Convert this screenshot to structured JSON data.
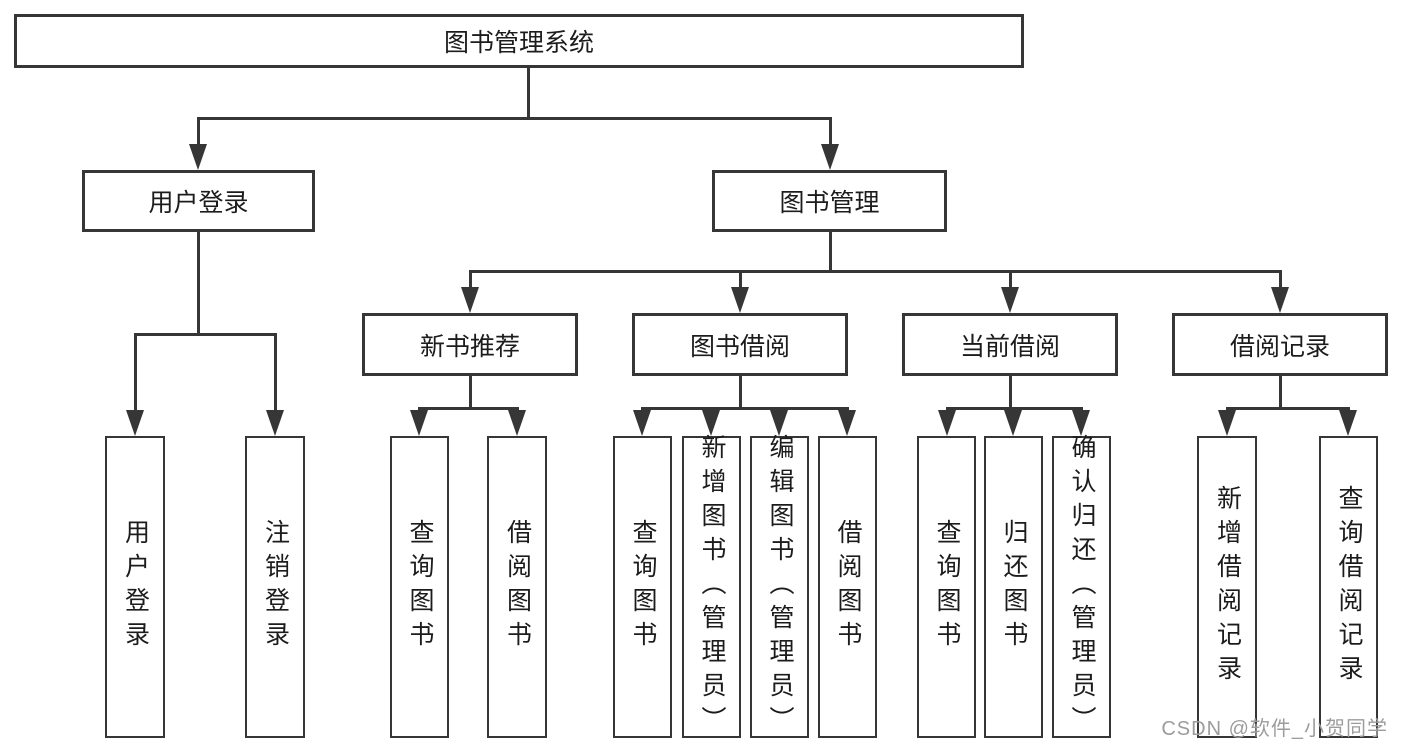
{
  "diagram": {
    "root": {
      "label": "图书管理系统"
    },
    "level2": [
      {
        "label": "用户登录"
      },
      {
        "label": "图书管理"
      }
    ],
    "level3": [
      {
        "label": "新书推荐"
      },
      {
        "label": "图书借阅"
      },
      {
        "label": "当前借阅"
      },
      {
        "label": "借阅记录"
      }
    ],
    "leaves": {
      "login": [
        "用户登录",
        "注销登录"
      ],
      "recommend": [
        "查询图书",
        "借阅图书"
      ],
      "borrow": [
        "查询图书",
        "新增图书（管理员）",
        "编辑图书（管理员）",
        "借阅图书"
      ],
      "current": [
        "查询图书",
        "归还图书",
        "确认归还（管理员）"
      ],
      "records": [
        "新增借阅记录",
        "查询借阅记录"
      ]
    },
    "watermark": "CSDN @软件_小贺同学",
    "colors": {
      "line": "#363636",
      "box_border": "#363636",
      "text": "#1c1c1c",
      "watermark": "#9c9c9c",
      "background": "#ffffff"
    }
  }
}
